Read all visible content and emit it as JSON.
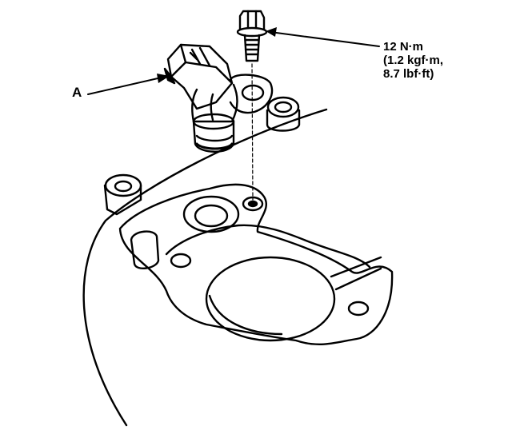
{
  "callouts": {
    "part_a": "A",
    "torque_line1": "12 N·m",
    "torque_line2": "(1.2 kgf·m,",
    "torque_line3": "8.7 lbf·ft)"
  },
  "colors": {
    "ink": "#000000",
    "paper": "#ffffff"
  }
}
